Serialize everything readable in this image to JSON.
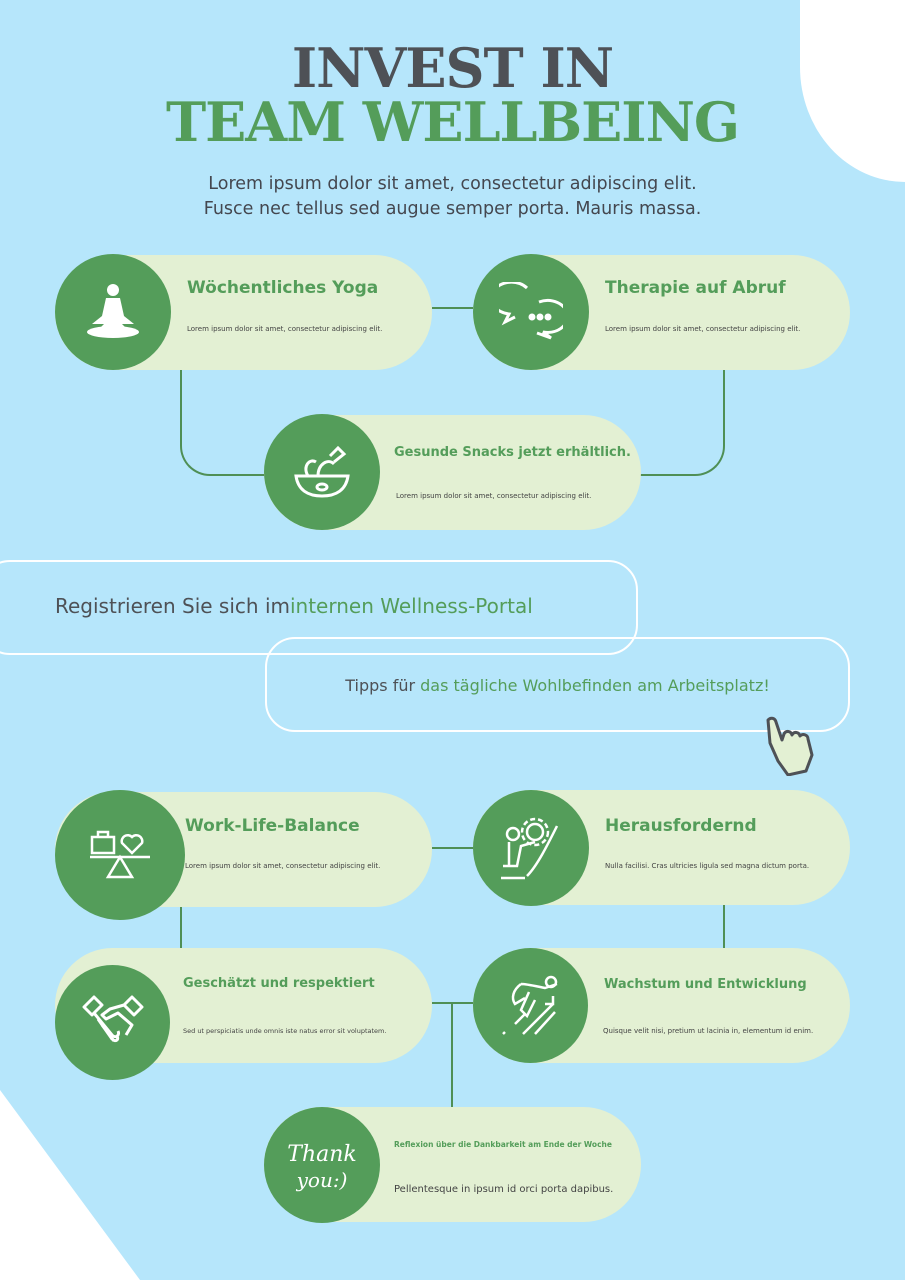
{
  "header": {
    "title_line1": "INVEST IN",
    "title_line2": "TEAM WELLBEING",
    "subtitle_line1": "Lorem ipsum dolor sit amet, consectetur adipiscing elit.",
    "subtitle_line2": "Fusce nec tellus sed augue semper porta. Mauris massa."
  },
  "colors": {
    "background": "#b6e6fb",
    "card": "#e3f0d3",
    "accent": "#549d5a",
    "dark_text": "#4e5156"
  },
  "top_cards": [
    {
      "title": "Wöchentliches Yoga",
      "text": "Lorem ipsum dolor sit amet, consectetur adipiscing elit.",
      "icon": "yoga-icon"
    },
    {
      "title": "Therapie auf Abruf",
      "text": "Lorem ipsum dolor sit amet, consectetur adipiscing elit.",
      "icon": "chat-bubbles-icon"
    },
    {
      "title": "Gesunde Snacks jetzt erhältlich.",
      "text": "Lorem ipsum dolor sit amet, consectetur adipiscing elit.",
      "icon": "salad-bowl-icon"
    }
  ],
  "banners": [
    {
      "text_dark": "Registrieren Sie sich im",
      "text_green": "internen Wellness-Portal"
    },
    {
      "text_dark": "Tipps für ",
      "text_green": "das tägliche Wohlbefinden am Arbeitsplatz!"
    }
  ],
  "bottom_cards": [
    {
      "title": "Work-Life-Balance",
      "text": "Lorem ipsum dolor sit amet, consectetur adipiscing elit.",
      "icon": "balance-scale-icon"
    },
    {
      "title": "Herausfordernd",
      "text": "Nulla facilisi. Cras ultricies ligula sed magna dictum porta.",
      "icon": "climb-gear-icon"
    },
    {
      "title": "Geschätzt und respektiert",
      "text": "Sed ut perspiciatis unde omnis iste natus error sit voluptatem.",
      "icon": "handshake-icon"
    },
    {
      "title": "Wachstum und Entwicklung",
      "text": "Quisque velit nisi, pretium ut lacinia in, elementum id enim.",
      "icon": "superhero-growth-icon"
    },
    {
      "title": "Reflexion über die Dankbarkeit am Ende der Woche",
      "text": "Pellentesque in ipsum id orci porta dapibus.",
      "icon": "thank-you-icon",
      "icon_text": "Thank you:)"
    }
  ]
}
